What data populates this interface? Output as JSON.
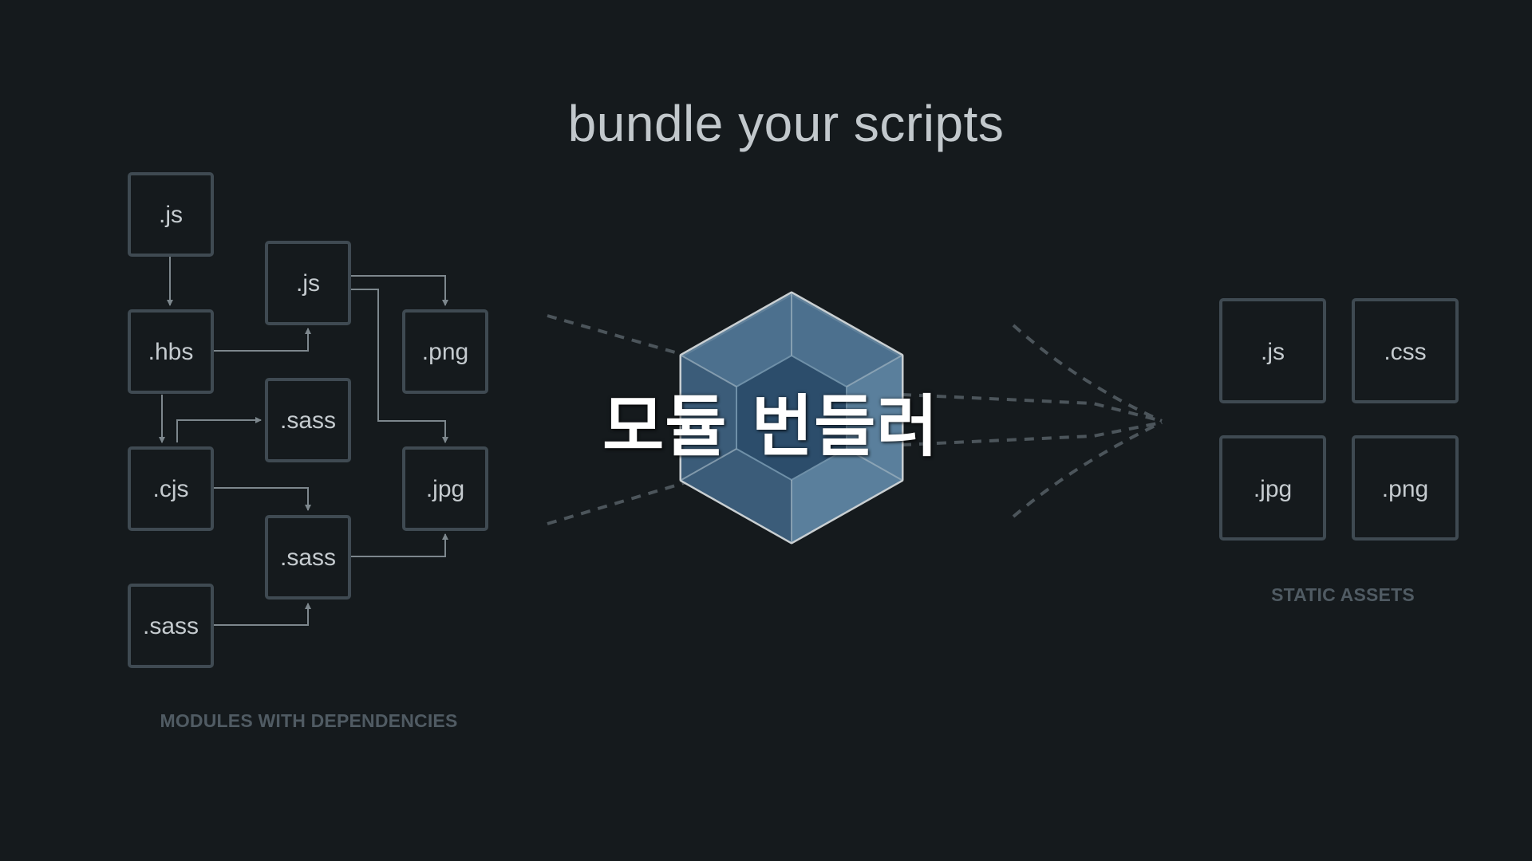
{
  "title": "bundle your scripts",
  "overlay_caption": "모듈 번들러",
  "colors": {
    "background": "#151a1d",
    "box_stroke": "#3f4a52",
    "arrow": "#7d878d",
    "label": "#c5cbcf",
    "caption": "#505b63",
    "cube_outline": "#c9cfd2",
    "cube_face": "#4f7390",
    "cube_inner": "#2c4d6b"
  },
  "modules": {
    "caption": "MODULES WITH DEPENDENCIES",
    "nodes": [
      {
        "id": "js_top",
        "label": ".js"
      },
      {
        "id": "hbs",
        "label": ".hbs"
      },
      {
        "id": "cjs",
        "label": ".cjs"
      },
      {
        "id": "sass_bottom",
        "label": ".sass"
      },
      {
        "id": "js_mid",
        "label": ".js"
      },
      {
        "id": "sass_mid",
        "label": ".sass"
      },
      {
        "id": "sass_low",
        "label": ".sass"
      },
      {
        "id": "png",
        "label": ".png"
      },
      {
        "id": "jpg",
        "label": ".jpg"
      }
    ]
  },
  "center": {
    "icon": "webpack-cube-icon"
  },
  "assets": {
    "caption": "STATIC ASSETS",
    "nodes": [
      {
        "id": "out_js",
        "label": ".js"
      },
      {
        "id": "out_css",
        "label": ".css"
      },
      {
        "id": "out_jpg",
        "label": ".jpg"
      },
      {
        "id": "out_png",
        "label": ".png"
      }
    ]
  }
}
